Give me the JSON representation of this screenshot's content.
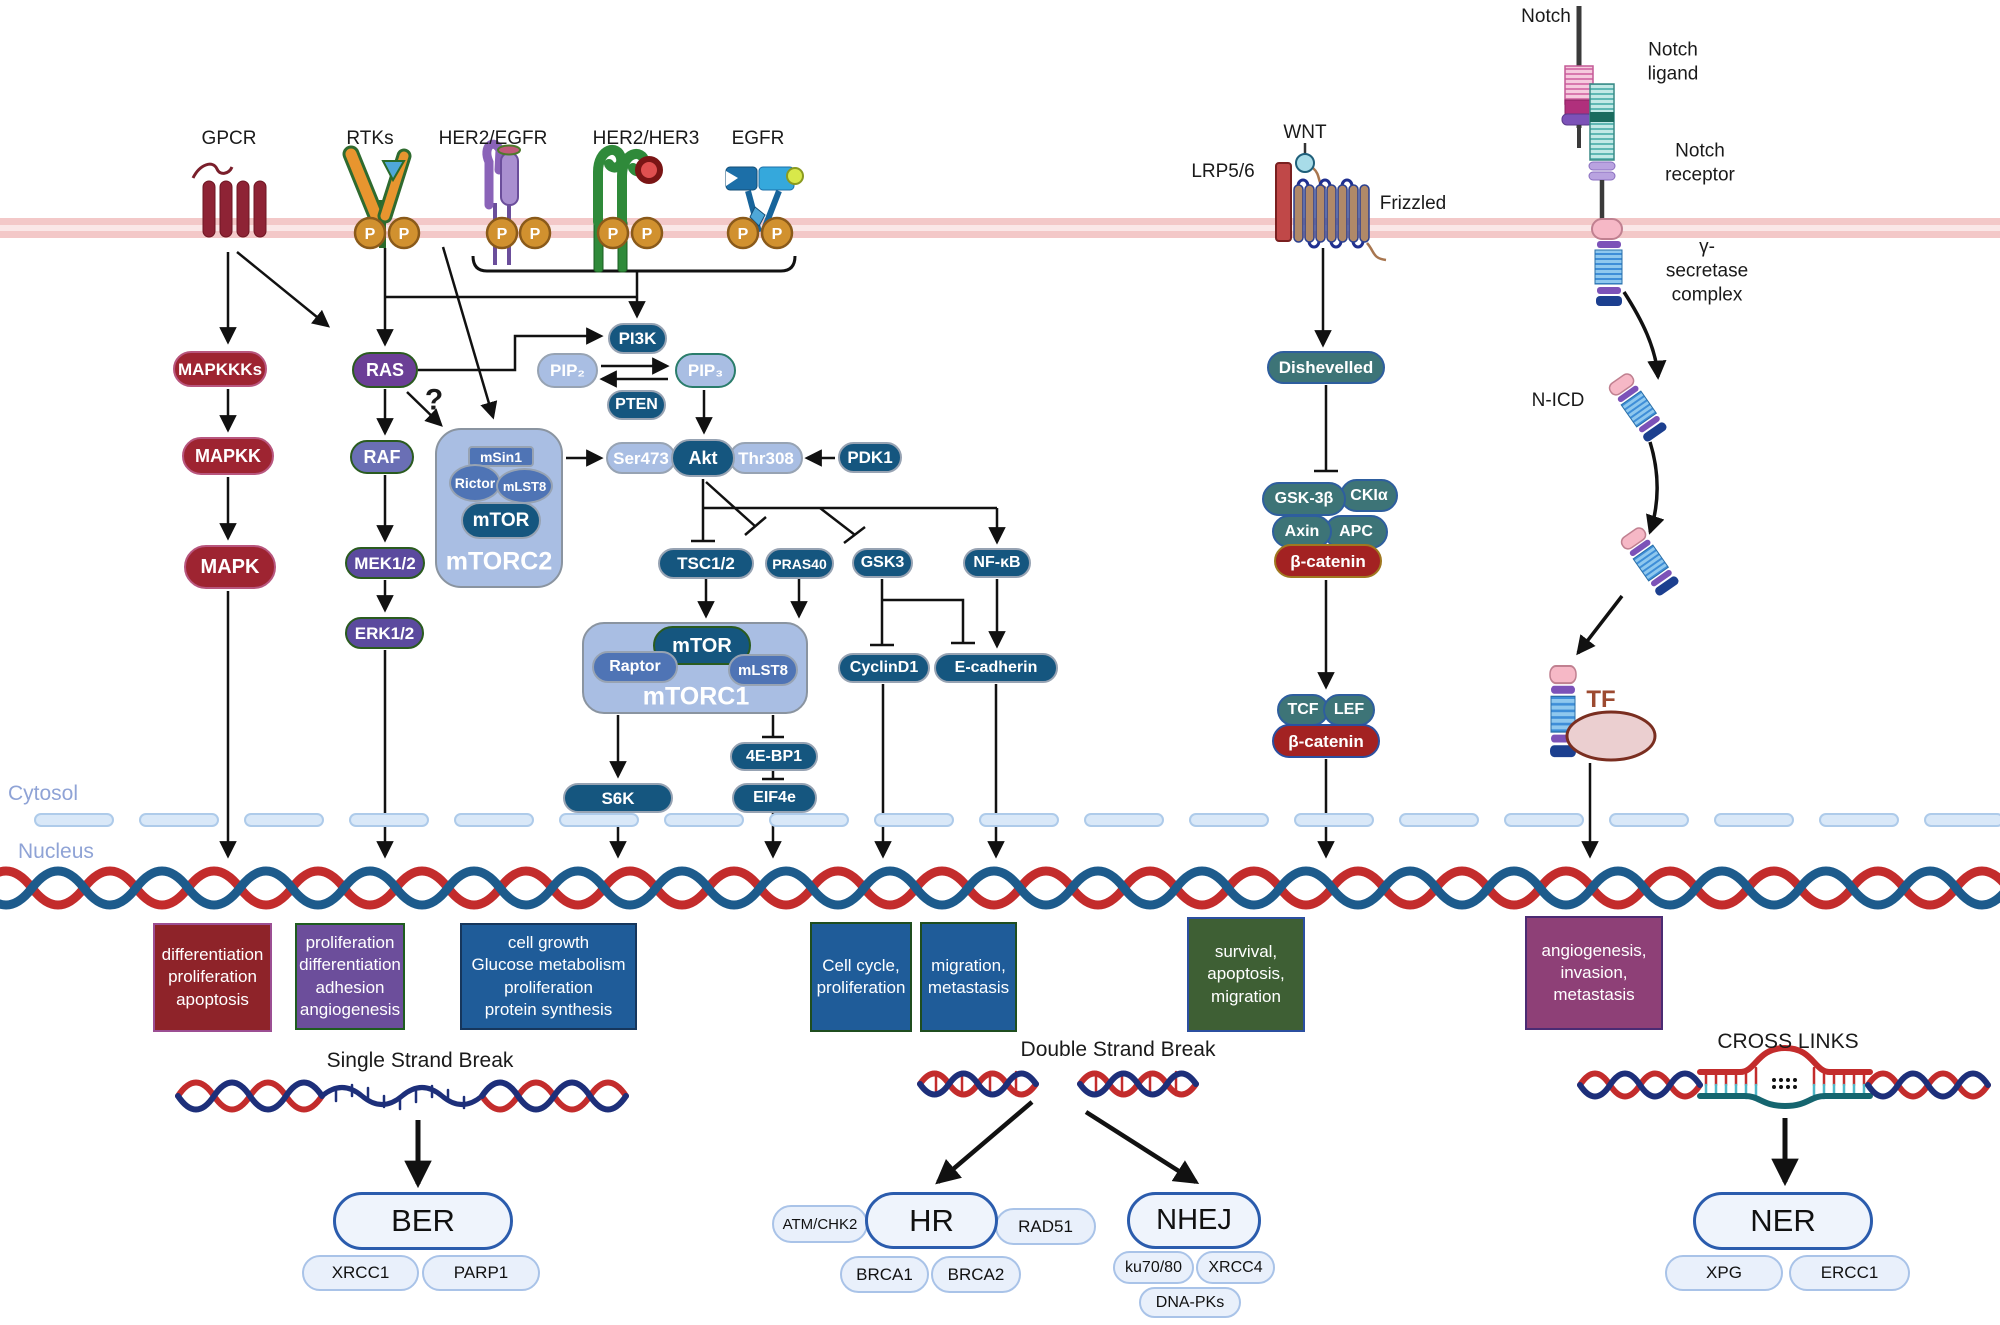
{
  "compartments": {
    "cytosol": "Cytosol",
    "nucleus": "Nucleus"
  },
  "receptors": {
    "gpcr": "GPCR",
    "rtks": "RTKs",
    "her2_egfr": "HER2/EGFR",
    "her2_her3": "HER2/HER3",
    "egfr": "EGFR",
    "phospho": "P"
  },
  "mapk_cascade": {
    "mapkkks": "MAPKKKs",
    "mapkk": "MAPKK",
    "mapk": "MAPK"
  },
  "ras_cascade": {
    "ras": "RAS",
    "raf": "RAF",
    "mek12": "MEK1/2",
    "erk12": "ERK1/2",
    "question_mark": "?"
  },
  "pi3k_akt": {
    "pi3k": "PI3K",
    "pip2": "PIP₂",
    "pip3": "PIP₃",
    "pten": "PTEN",
    "ser473": "Ser473",
    "akt": "Akt",
    "thr308": "Thr308",
    "pdk1": "PDK1",
    "tsc12": "TSC1/2",
    "pras40": "PRAS40",
    "gsk3": "GSK3",
    "nfkb": "NF-κB",
    "cyclind1": "CyclinD1",
    "e_cadherin": "E-cadherin",
    "ebp1": "4E-BP1",
    "s6k": "S6K",
    "eif4e": "EIF4e"
  },
  "mtorc2": {
    "name": "mTORC2",
    "msin1": "mSin1",
    "rictor": "Rictor",
    "mlst8": "mLST8",
    "mtor": "mTOR"
  },
  "mtorc1": {
    "name": "mTORC1",
    "raptor": "Raptor",
    "mlst8": "mLST8",
    "mtor": "mTOR"
  },
  "wnt_pathway": {
    "wnt": "WNT",
    "lrp56": "LRP5/6",
    "frizzled": "Frizzled",
    "dishevelled": "Dishevelled",
    "gsk3b": "GSK-3β",
    "ckia": "CKIα",
    "axin": "Axin",
    "apc": "APC",
    "b_catenin_complex": "β-catenin",
    "tcf": "TCF",
    "lef": "LEF",
    "b_catenin_nuclear": "β-catenin"
  },
  "notch_pathway": {
    "notch": "Notch",
    "ligand": "Notch\nligand",
    "receptor": "Notch\nreceptor",
    "gamma_secretase": "γ-\nsecretase\ncomplex",
    "nicd": "N-ICD",
    "tf": "TF"
  },
  "outcomes": [
    {
      "text": "differentiation\nproliferation\napoptosis"
    },
    {
      "text": "proliferation\ndifferentiation\nadhesion\nangiogenesis"
    },
    {
      "text": "cell growth\nGlucose metabolism\nproliferation\nprotein synthesis"
    },
    {
      "text": "Cell cycle,\nproliferation"
    },
    {
      "text": "migration,\nmetastasis"
    },
    {
      "text": "survival,\napoptosis,\nmigration"
    },
    {
      "text": "angiogenesis,\ninvasion,\nmetastasis"
    }
  ],
  "dna_repair": {
    "ssb": {
      "title": "Single Strand Break",
      "pathway": "BER",
      "factors": [
        "XRCC1",
        "PARP1"
      ]
    },
    "dsb": {
      "title": "Double Strand Break",
      "hr": {
        "pathway": "HR",
        "factors": [
          "ATM/CHK2",
          "RAD51",
          "BRCA1",
          "BRCA2"
        ]
      },
      "nhej": {
        "pathway": "NHEJ",
        "factors": [
          "ku70/80",
          "XRCC4",
          "DNA-PKs"
        ]
      }
    },
    "crosslinks": {
      "title": "CROSS LINKS",
      "pathway": "NER",
      "factors": [
        "XPG",
        "ERCC1"
      ]
    }
  },
  "colors": {
    "membrane_pink": "#F3C8C8",
    "dna_red": "#C32C2C",
    "dna_blue": "#1D5B8C",
    "node_blue": "#15567F",
    "node_light_blue": "#A9BEE3",
    "node_red": "#9E2431",
    "node_teal": "#3D7477",
    "node_purple": "#6B3F96",
    "complex_bg": "#A9BEE3",
    "outcome_red": "#8E2329",
    "outcome_purple": "#6C4E9B",
    "outcome_blue": "#1F5C99",
    "outcome_green": "#3E5F34",
    "outcome_magenta": "#8E4077",
    "repair_border": "#2B5CAD"
  }
}
